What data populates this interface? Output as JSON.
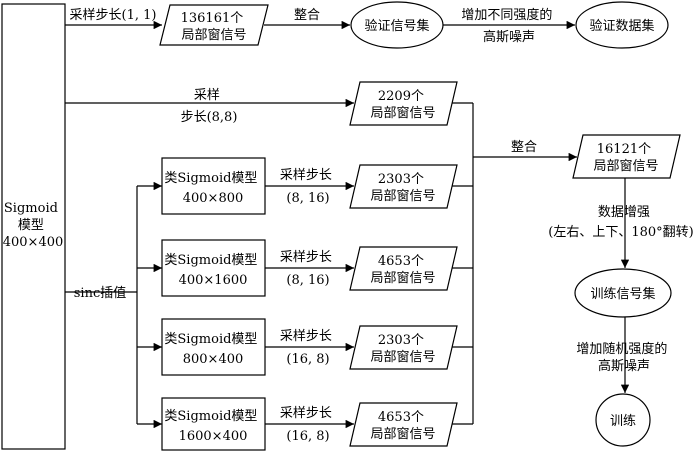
{
  "nodes": {
    "sigmoid": [
      "Sigmoid",
      "模型",
      "400×400"
    ],
    "local_136161": [
      "136161个",
      "局部窗信号"
    ],
    "verify_set": [
      "验证信号集"
    ],
    "verify_data": [
      "验证数据集"
    ],
    "local_2209": [
      "2209个",
      "局部窗信号"
    ],
    "like_400x800": [
      "类Sigmoid模型",
      "400×800"
    ],
    "like_400x1600": [
      "类Sigmoid模型",
      "400×1600"
    ],
    "like_800x400": [
      "类Sigmoid模型",
      "800×400"
    ],
    "like_1600x400": [
      "类Sigmoid模型",
      "1600×400"
    ],
    "local_2303_a": [
      "2303个",
      "局部窗信号"
    ],
    "local_4653_a": [
      "4653个",
      "局部窗信号"
    ],
    "local_2303_b": [
      "2303个",
      "局部窗信号"
    ],
    "local_4653_b": [
      "4653个",
      "局部窗信号"
    ],
    "local_16121": [
      "16121个",
      "局部窗信号"
    ],
    "train_set": [
      "训练信号集"
    ],
    "train": [
      "训练"
    ]
  },
  "edge_labels": {
    "sample_1_1": [
      "采样步长(1, 1)"
    ],
    "merge_top": [
      "整合"
    ],
    "add_noise": [
      "增加不同强度的",
      "高斯噪声"
    ],
    "sample_8_8": [
      "采样",
      "步长(8,8)"
    ],
    "sinc": [
      "sinc插值"
    ],
    "stride_8_16_a": [
      "采样步长",
      "(8, 16)"
    ],
    "stride_8_16_b": [
      "采样步长",
      "(8, 16)"
    ],
    "stride_16_8_a": [
      "采样步长",
      "(16, 8)"
    ],
    "stride_16_8_b": [
      "采样步长",
      "(16, 8)"
    ],
    "merge_mid": [
      "整合"
    ],
    "augment": [
      "数据增强",
      "(左右、上下、180°翻转)"
    ],
    "add_random_noise": [
      "增加随机强度的",
      "高斯噪声"
    ]
  }
}
